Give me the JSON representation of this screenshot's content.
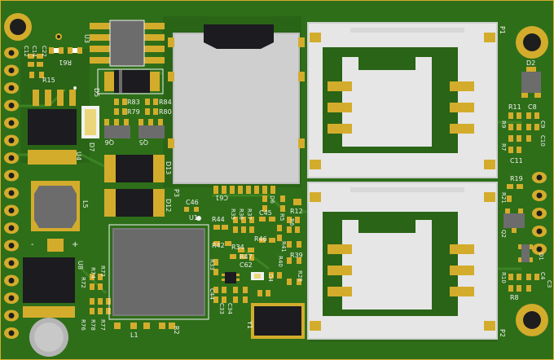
{
  "colors": {
    "board": "#2e6e19",
    "board_dark": "#245a13",
    "trace": "#3f8a25",
    "pad": "#d4ac2c",
    "pad_light": "#e6c44e",
    "silk": "#f2f2f2",
    "ic_body": "#1b1b20",
    "ic_grey": "#6c6c6c",
    "sim_body": "#e8e8e8",
    "hole": "#b5b5b5"
  },
  "labels": {
    "u3": "U3",
    "r61": "R61",
    "c12": "C12",
    "c14": "C14",
    "c22": "C22",
    "r15": "R15",
    "u4": "U4",
    "d7": "D7",
    "d5": "D5",
    "r83": "R83",
    "r84": "R84",
    "r79": "R79",
    "r80": "R80",
    "q6": "Q6",
    "q5": "Q5",
    "d13": "D13",
    "d12": "D12",
    "l5": "L5",
    "u8": "U8",
    "r74": "R74",
    "r72": "R72",
    "r73": "R73",
    "r76": "R76",
    "r78": "R78",
    "r77": "R77",
    "l1": "L1",
    "r2": "R2",
    "c46": "C46",
    "u1": "U1",
    "c61": "C61",
    "r44": "R44",
    "r35": "R35",
    "r36": "R36",
    "r37": "R37",
    "c45": "C45",
    "d6": "D6",
    "r12": "R12",
    "r5": "R5",
    "r6": "R6",
    "c62": "C62",
    "r42": "R42",
    "r34": "R34",
    "r46": "R46",
    "r47": "R47",
    "r33": "R33",
    "c44": "C44",
    "c33": "C33",
    "c34": "C34",
    "r41": "R41",
    "r40": "R40",
    "r39": "R39",
    "r28": "R28",
    "d4": "D4",
    "y1": "Y1",
    "p3": "P3",
    "p1": "P1",
    "p2": "P2",
    "d2": "D2",
    "r11": "R11",
    "c8": "C8",
    "r9": "R9",
    "c9": "C9",
    "c10": "C10",
    "c11": "C11",
    "r19": "R19",
    "r21": "R21",
    "q2": "Q2",
    "d1": "D1",
    "r10": "R10",
    "c4": "C4",
    "c3": "C3",
    "r8": "R8",
    "r7": "R7"
  }
}
